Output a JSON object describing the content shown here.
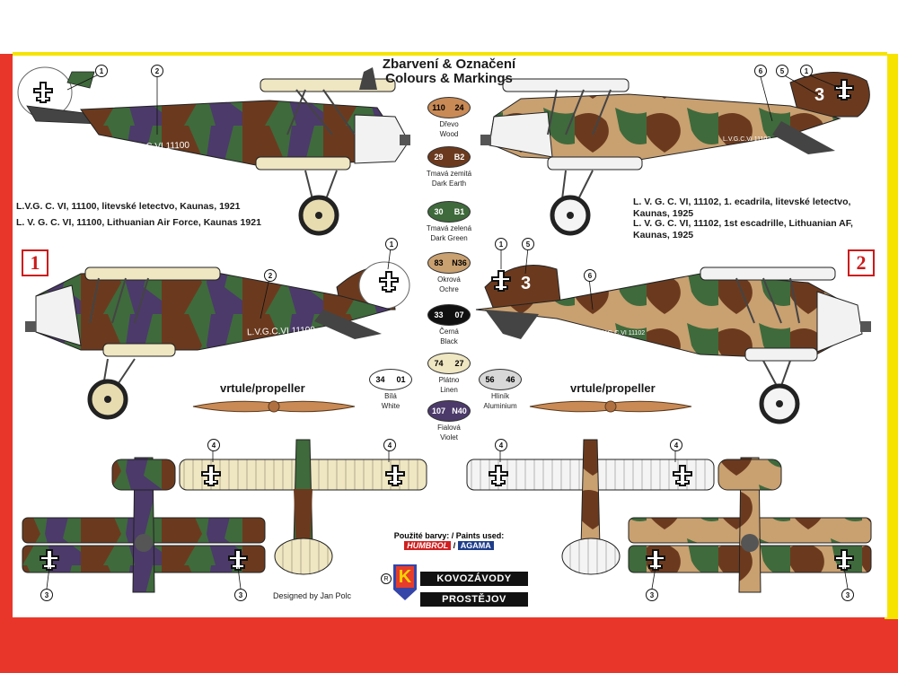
{
  "header": {
    "title_cz": "Zbarvení & Označení",
    "title_en": "Colours & Markings"
  },
  "profiles": [
    {
      "badge": "1",
      "serial_text": "L.V.G.C.VI 11100",
      "caption_cz": "L.V.G. C. VI, 11100, litevské letectvo, Kaunas, 1921",
      "caption_en": "L. V. G. C. VI, 11100, Lithuanian Air Force, Kaunas 1921"
    },
    {
      "badge": "2",
      "serial_text": "L.V.G.C.VI 11102",
      "fuselage_number": "3",
      "caption_cz": "L. V. G. C. VI, 11102, 1. ecadrila, litevské letectvo, Kaunas, 1925",
      "caption_en": "L. V. G. C. VI, 11102, 1st escadrille, Lithuanian AF, Kaunas, 1925"
    }
  ],
  "propeller_label": "vrtule/propeller",
  "colours": [
    {
      "code1": "110",
      "code2": "24",
      "name_cz": "Dřevo",
      "name_en": "Wood",
      "hex": "#c98a55"
    },
    {
      "code1": "29",
      "code2": "B2",
      "name_cz": "Tmavá zemitá",
      "name_en": "Dark Earth",
      "hex": "#6b3a1e"
    },
    {
      "code1": "30",
      "code2": "B1",
      "name_cz": "Tmavá zelená",
      "name_en": "Dark Green",
      "hex": "#3f6a3c"
    },
    {
      "code1": "83",
      "code2": "N36",
      "name_cz": "Okrová",
      "name_en": "Ochre",
      "hex": "#c9a070"
    },
    {
      "code1": "33",
      "code2": "07",
      "name_cz": "Černá",
      "name_en": "Black",
      "hex": "#111111"
    },
    {
      "code1": "74",
      "code2": "27",
      "name_cz": "Plátno",
      "name_en": "Linen",
      "hex": "#efe6c2"
    },
    {
      "code1": "107",
      "code2": "N40",
      "name_cz": "Fialová",
      "name_en": "Violet",
      "hex": "#4b3a6a"
    },
    {
      "code1": "34",
      "code2": "01",
      "name_cz": "Bílá",
      "name_en": "White",
      "hex": "#ffffff"
    },
    {
      "code1": "56",
      "code2": "46",
      "name_cz": "Hliník",
      "name_en": "Aluminium",
      "hex": "#d8d8d8"
    }
  ],
  "paints": {
    "label": "Použité barvy: / Paints used:",
    "brand1": "HUMBROL",
    "brand2": "AGAMA"
  },
  "maker": {
    "reg": "R",
    "letter": "K",
    "line1": "KOVOZÁVODY",
    "line2": "PROSTĚJOV"
  },
  "designer": "Designed by Jan Polc",
  "callouts": [
    "1",
    "2",
    "3",
    "4",
    "5",
    "6"
  ],
  "accent_colors": {
    "border_yellow": "#f6e400",
    "border_red": "#e8372a",
    "badge_red": "#cc1a1a"
  }
}
